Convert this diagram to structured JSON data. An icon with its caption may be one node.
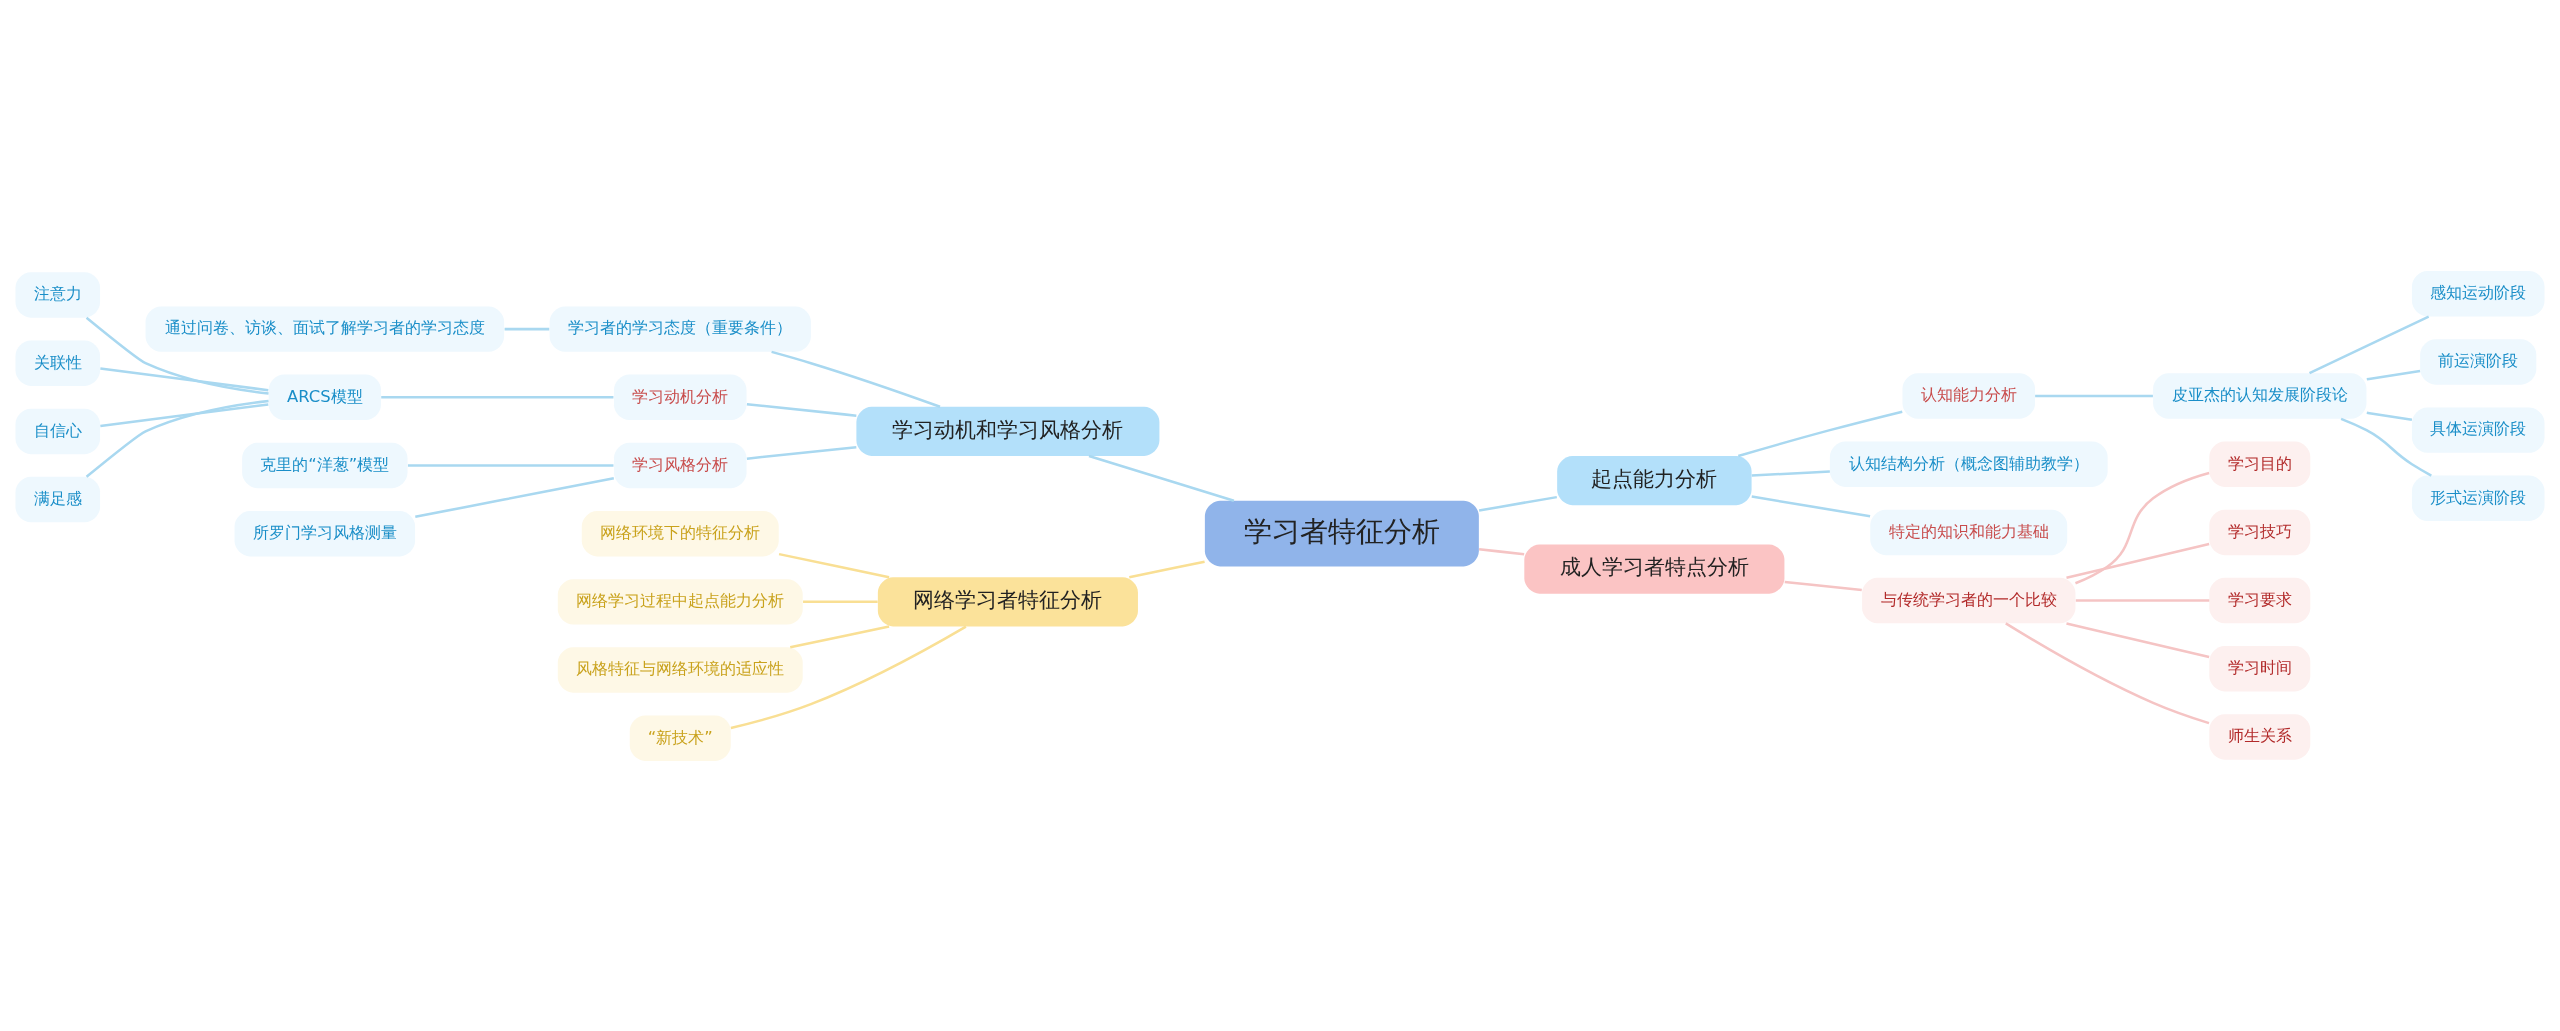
{
  "diagram": {
    "nodes": [
      {
        "text": [
          "学习者特征分析"
        ]
      },
      {
        "text": [
          "学习动机和学习风格分析"
        ]
      },
      {
        "text": [
          "学习者的学习态度（重要条件）"
        ]
      },
      {
        "text": [
          "通过问卷、访谈、面试了解学习者的学习态度"
        ]
      },
      {
        "text": [
          "学习动机分析"
        ]
      },
      {
        "text": [
          "ARCS模型"
        ]
      },
      {
        "text": [
          "注意力"
        ]
      },
      {
        "text": [
          "关联性"
        ]
      },
      {
        "text": [
          "自信心"
        ]
      },
      {
        "text": [
          "满足感"
        ]
      },
      {
        "text": [
          "学习风格分析"
        ]
      },
      {
        "text": [
          "克里的“洋葱”模型"
        ]
      },
      {
        "text": [
          "所罗门学习风格测量"
        ]
      },
      {
        "text": [
          "网络学习者特征分析"
        ]
      },
      {
        "text": [
          "网络环境下的特征分析"
        ]
      },
      {
        "text": [
          "网络学习过程中起点能力分析"
        ]
      },
      {
        "text": [
          "风格特征与网络环境的适应性"
        ]
      },
      {
        "text": [
          "“新技术”"
        ]
      },
      {
        "text": [
          "起点能力分析"
        ]
      },
      {
        "text": [
          "认知能力分析"
        ]
      },
      {
        "text": [
          "皮亚杰的认知发展阶段论"
        ]
      },
      {
        "text": [
          "感知运动阶段"
        ]
      },
      {
        "text": [
          "前运演阶段"
        ]
      },
      {
        "text": [
          "具体运演阶段"
        ]
      },
      {
        "text": [
          "形式运演阶段"
        ]
      },
      {
        "text": [
          "认知结构分析（概念图辅助教学）"
        ]
      },
      {
        "text": [
          "特定的知识和能力基础"
        ]
      },
      {
        "text": [
          "成人学习者特点分析"
        ]
      },
      {
        "text": [
          "与传统学习者的一个比较"
        ]
      },
      {
        "text": [
          "学习目的"
        ]
      },
      {
        "text": [
          "学习技巧"
        ]
      },
      {
        "text": [
          "学习要求"
        ]
      },
      {
        "text": [
          "学习时间"
        ]
      },
      {
        "text": [
          "师生关系"
        ]
      }
    ],
    "edges": [
      {
        "from": 0,
        "to": 1,
        "arrow": "none"
      },
      {
        "from": 1,
        "to": 2,
        "arrow": "none"
      },
      {
        "from": 2,
        "to": 3,
        "arrow": "none"
      },
      {
        "from": 1,
        "to": 4,
        "arrow": "none"
      },
      {
        "from": 4,
        "to": 5,
        "arrow": "none"
      },
      {
        "from": 5,
        "to": 6,
        "arrow": "none"
      },
      {
        "from": 5,
        "to": 7,
        "arrow": "none"
      },
      {
        "from": 5,
        "to": 8,
        "arrow": "none"
      },
      {
        "from": 5,
        "to": 9,
        "arrow": "none"
      },
      {
        "from": 1,
        "to": 10,
        "arrow": "none"
      },
      {
        "from": 10,
        "to": 11,
        "arrow": "none"
      },
      {
        "from": 10,
        "to": 12,
        "arrow": "none"
      },
      {
        "from": 0,
        "to": 13,
        "arrow": "none",
        "color": "#f9df94"
      },
      {
        "from": 13,
        "to": 14,
        "arrow": "none",
        "color": "#f9df94"
      },
      {
        "from": 13,
        "to": 15,
        "arrow": "none",
        "color": "#f9df94"
      },
      {
        "from": 13,
        "to": 16,
        "arrow": "none",
        "color": "#f9df94"
      },
      {
        "from": 13,
        "to": 17,
        "arrow": "none",
        "color": "#f9df94"
      },
      {
        "from": 0,
        "to": 18,
        "arrow": "none"
      },
      {
        "from": 18,
        "to": 19,
        "arrow": "none"
      },
      {
        "from": 19,
        "to": 20,
        "arrow": "none"
      },
      {
        "from": 20,
        "to": 21,
        "arrow": "none"
      },
      {
        "from": 20,
        "to": 22,
        "arrow": "none"
      },
      {
        "from": 20,
        "to": 23,
        "arrow": "none"
      },
      {
        "from": 20,
        "to": 24,
        "arrow": "none"
      },
      {
        "from": 18,
        "to": 25,
        "arrow": "none"
      },
      {
        "from": 18,
        "to": 26,
        "arrow": "none"
      },
      {
        "from": 0,
        "to": 27,
        "arrow": "none",
        "color": "#f5c4c4"
      },
      {
        "from": 27,
        "to": 28,
        "arrow": "none",
        "color": "#f5c4c4"
      },
      {
        "from": 28,
        "to": 29,
        "arrow": "none",
        "color": "#f5c4c4"
      },
      {
        "from": 28,
        "to": 30,
        "arrow": "none",
        "color": "#f5c4c4"
      },
      {
        "from": 28,
        "to": 31,
        "arrow": "none",
        "color": "#f5c4c4"
      },
      {
        "from": 28,
        "to": 32,
        "arrow": "none",
        "color": "#f5c4c4"
      },
      {
        "from": 28,
        "to": 33,
        "arrow": "none",
        "color": "#f5c4c4"
      }
    ]
  }
}
